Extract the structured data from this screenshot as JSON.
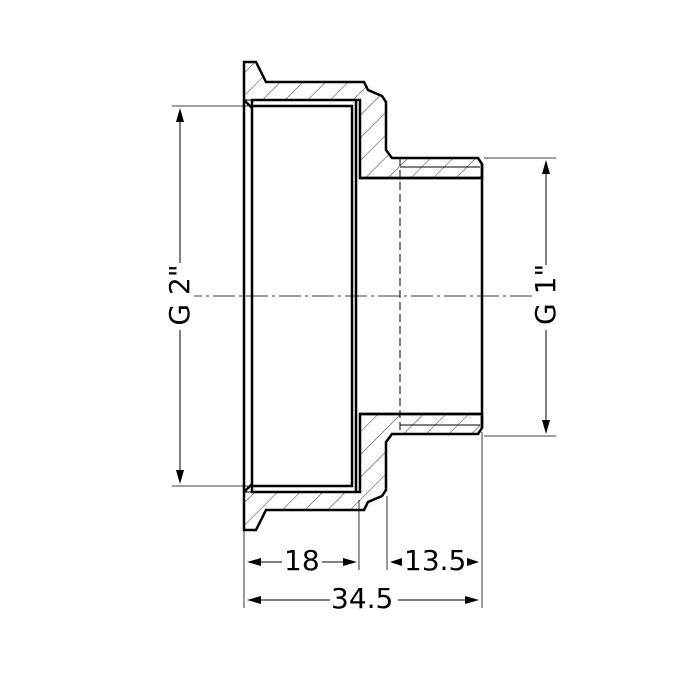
{
  "drawing": {
    "type": "pipe reducer adapter cross-section",
    "colors": {
      "line": "#000000",
      "background": "#ffffff"
    },
    "dimensions": {
      "large_thread": "G 2\"",
      "small_thread": "G 1\"",
      "large_length": "18",
      "small_length": "13.5",
      "total_length": "34.5"
    }
  }
}
